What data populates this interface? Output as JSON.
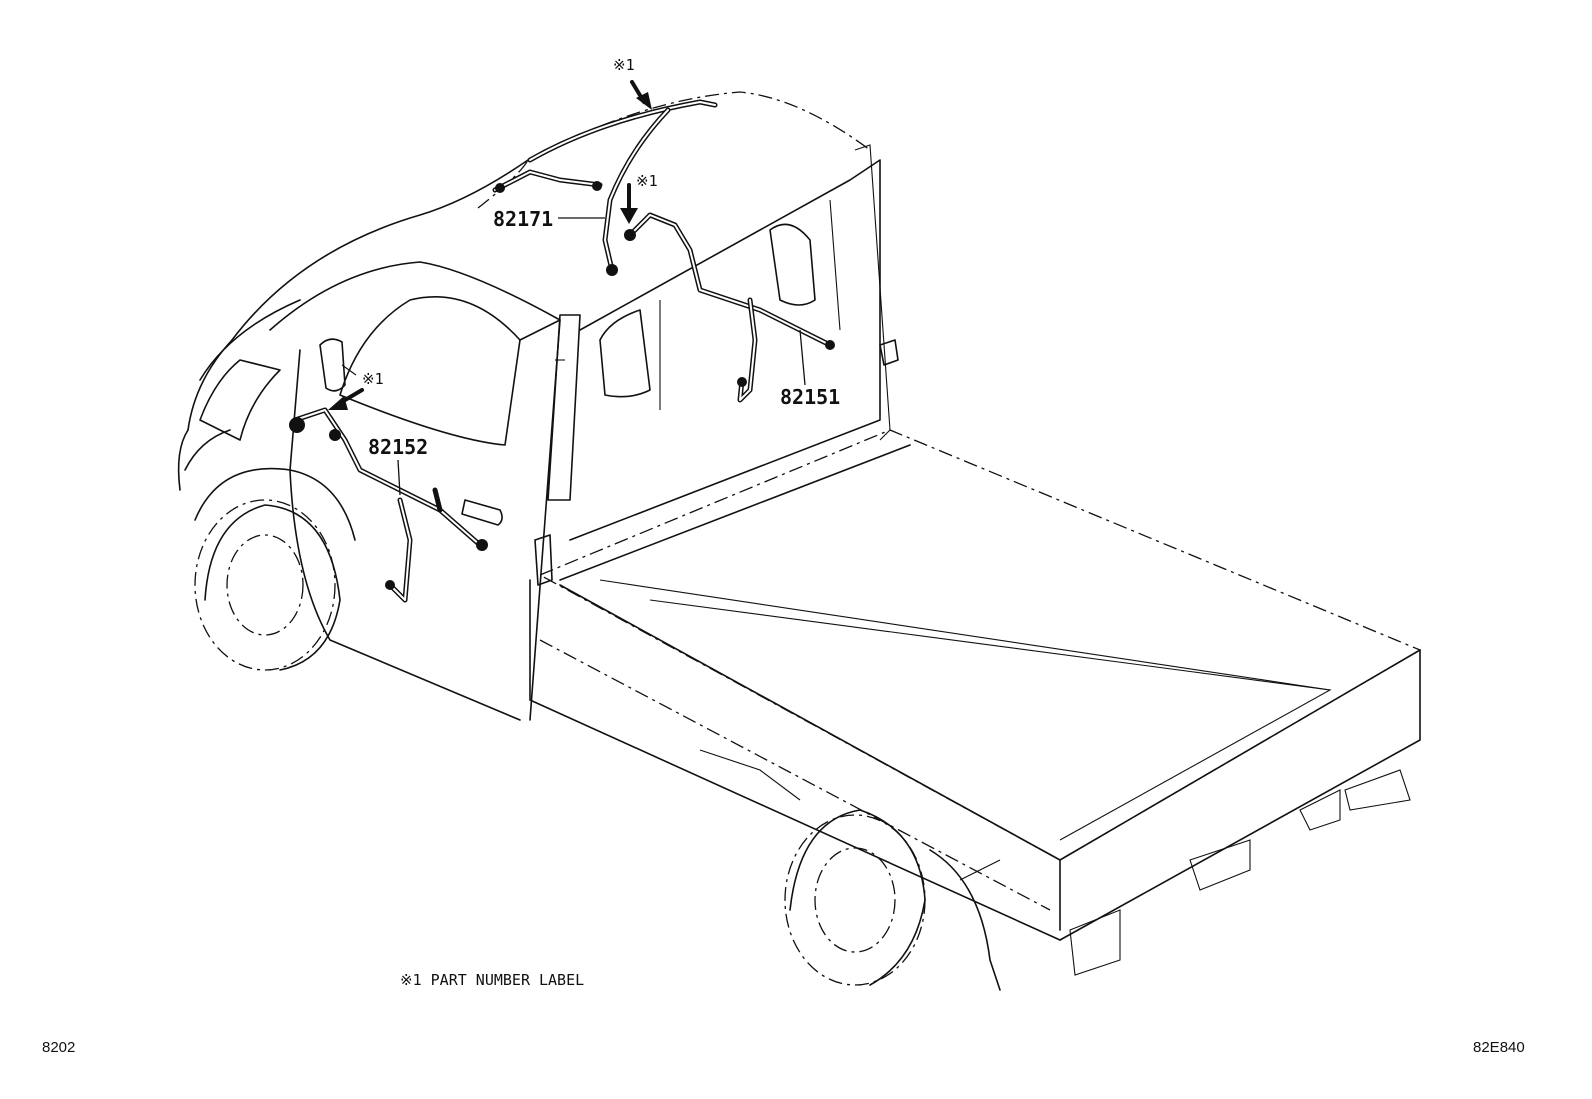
{
  "parts": [
    {
      "number": "82171"
    },
    {
      "number": "82151"
    },
    {
      "number": "82152"
    }
  ],
  "marker": "※1",
  "note": "※1 PART NUMBER LABEL",
  "footer": {
    "left_code": "8202",
    "right_code": "82E840"
  }
}
